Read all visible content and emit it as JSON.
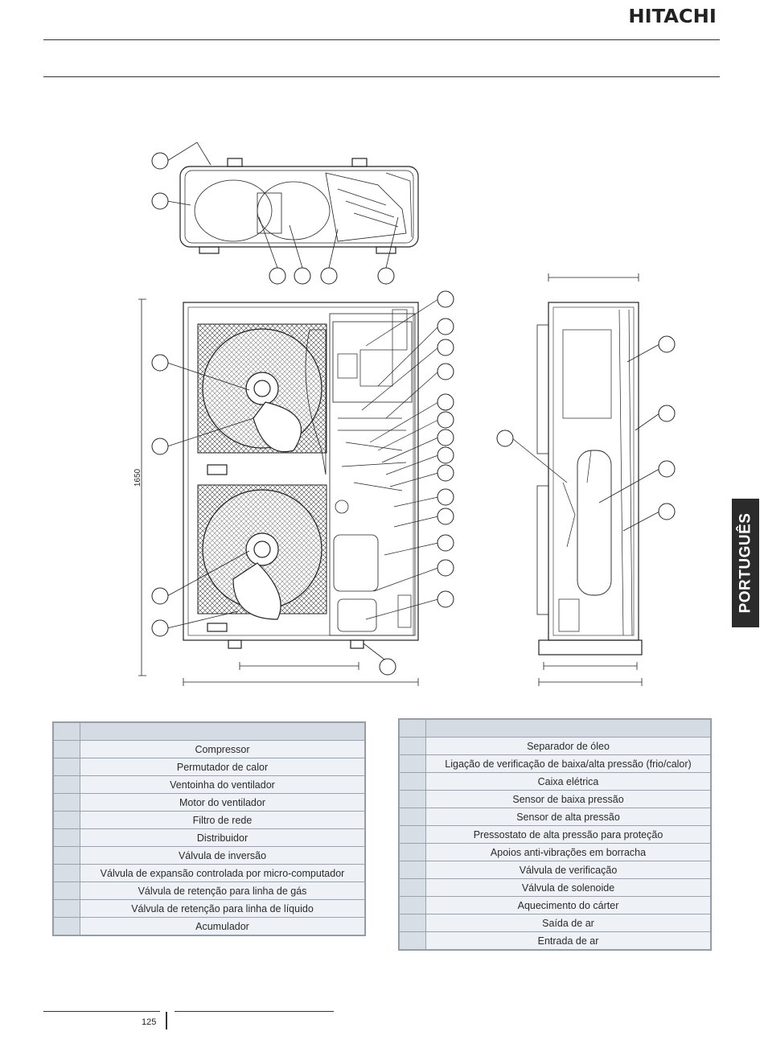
{
  "header": {
    "brand": "HITACHI"
  },
  "side_tab": {
    "label": "PORTUGUÊS"
  },
  "drawing": {
    "dimension_label": "1650"
  },
  "table_left": {
    "rows": [
      "Compressor",
      "Permutador de calor",
      "Ventoinha do ventilador",
      "Motor do ventilador",
      "Filtro de rede",
      "Distribuidor",
      "Válvula de inversão",
      "Válvula de expansão controlada por micro-computador",
      "Válvula de retenção para linha de gás",
      "Válvula de retenção para linha de líquido",
      "Acumulador"
    ]
  },
  "table_right": {
    "rows": [
      "Separador de óleo",
      "Ligação de verificação de baixa/alta pressão (frio/calor)",
      "Caixa elétrica",
      "Sensor de baixa pressão",
      "Sensor de alta pressão",
      "Pressostato de alta pressão para proteção",
      "Apoios anti-vibrações em borracha",
      "Válvula de verificação",
      "Válvula de solenoide",
      "Aquecimento do cárter",
      "Saída de ar",
      "Entrada de ar"
    ]
  },
  "footer": {
    "page_number": "125"
  }
}
